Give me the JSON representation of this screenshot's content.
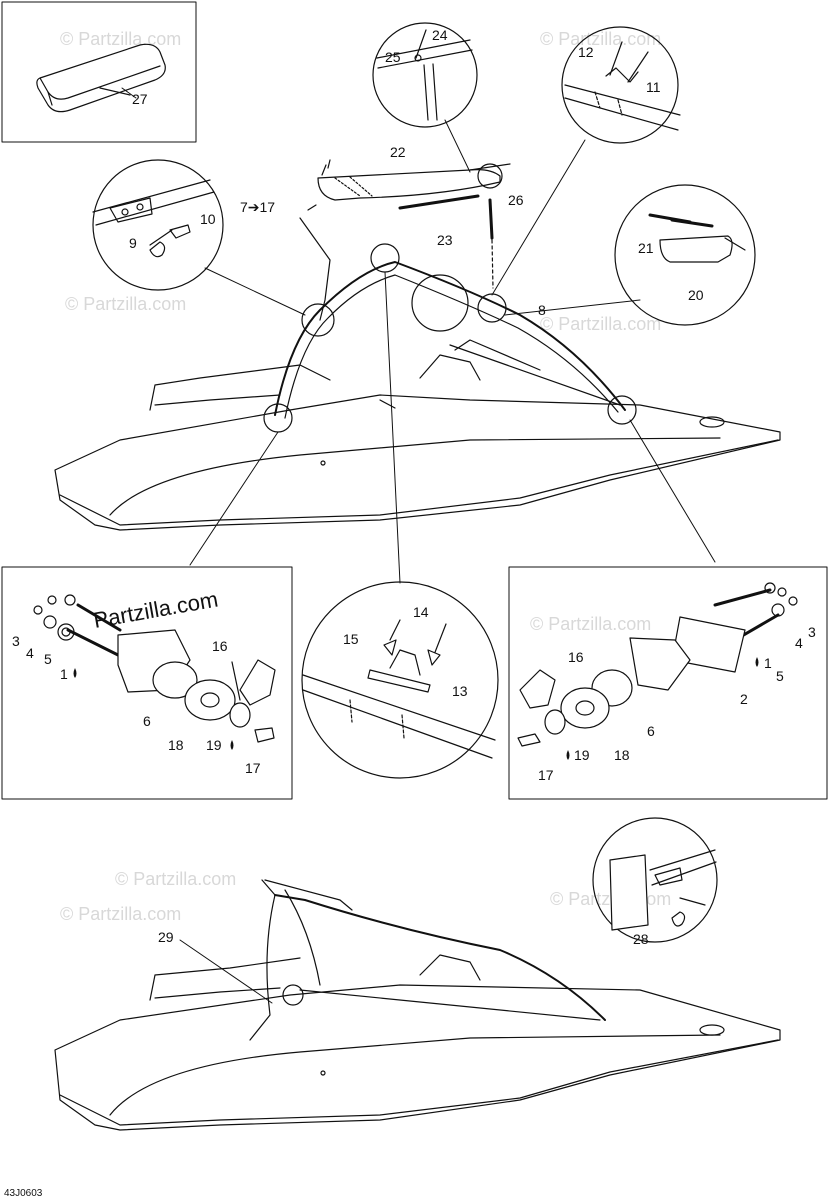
{
  "diagram_code": "43J0603",
  "watermarks": {
    "inline": "© Partzilla.com",
    "brand": "Partzilla.com"
  },
  "colors": {
    "line": "#111111",
    "watermark": "#d8d8d8",
    "background": "#ffffff"
  },
  "callouts": {
    "c27": "27",
    "c24": "24",
    "c25": "25",
    "c12": "12",
    "c11": "11",
    "c22": "22",
    "c26": "26",
    "c23": "23",
    "c7_17": "7➔17",
    "c10": "10",
    "c9": "9",
    "c21": "21",
    "c20": "20",
    "c8": "8",
    "l3": "3",
    "l4": "4",
    "l5": "5",
    "l1": "1",
    "l6": "6",
    "l18": "18",
    "l16": "16",
    "l19": "19",
    "l17": "17",
    "m14": "14",
    "m15": "15",
    "m13": "13",
    "r16": "16",
    "r6": "6",
    "r2": "2",
    "r1": "1",
    "r5": "5",
    "r4": "4",
    "r3": "3",
    "r19": "19",
    "r18": "18",
    "r17": "17",
    "c29": "29",
    "c28": "28"
  }
}
